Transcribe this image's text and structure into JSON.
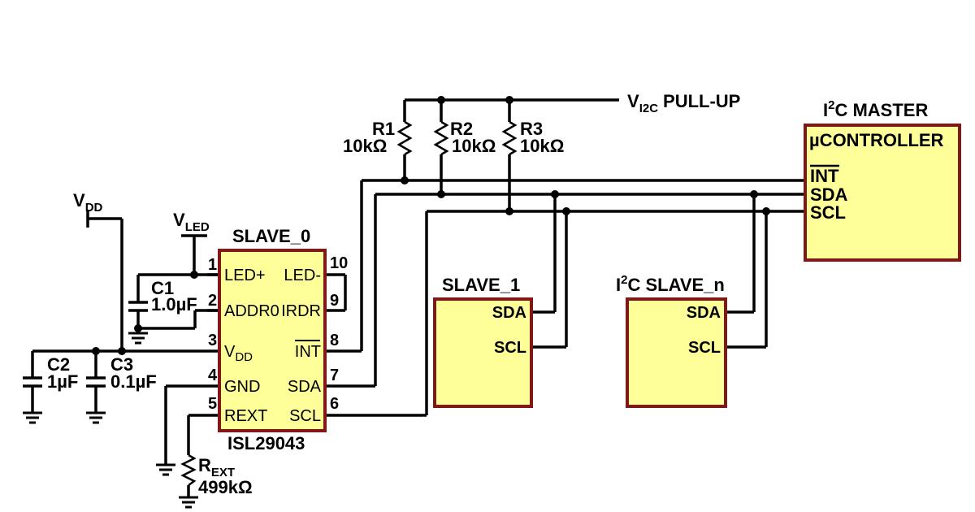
{
  "power": {
    "vdd_main": "V",
    "vdd_sub": "DD",
    "vled_main": "V",
    "vled_sub": "LED",
    "vi2c_main": "V",
    "vi2c_sub": "I2C",
    "vi2c_suffix": "PULL-UP"
  },
  "master": {
    "title_prefix": "I",
    "title_sup": "2",
    "title_suffix": "C MASTER",
    "name": "µCONTROLLER",
    "pins": {
      "int": "INT",
      "sda": "SDA",
      "scl": "SCL"
    }
  },
  "slave0": {
    "title": "SLAVE_0",
    "part": "ISL29043",
    "pins": {
      "led_plus": "LED+",
      "addr0": "ADDR0",
      "vdd_main": "V",
      "vdd_sub": "DD",
      "gnd": "GND",
      "rext": "REXT",
      "led_minus": "LED-",
      "irdr": "IRDR",
      "int": "INT",
      "sda": "SDA",
      "scl": "SCL"
    },
    "pin_numbers": [
      "1",
      "2",
      "3",
      "4",
      "5",
      "10",
      "9",
      "8",
      "7",
      "6"
    ]
  },
  "slave1": {
    "title": "SLAVE_1",
    "pins": {
      "sda": "SDA",
      "scl": "SCL"
    }
  },
  "slaven": {
    "title_prefix": "I",
    "title_sup": "2",
    "title_suffix": "C SLAVE_n",
    "pins": {
      "sda": "SDA",
      "scl": "SCL"
    }
  },
  "components": {
    "r1": {
      "name": "R1",
      "value": "10kΩ"
    },
    "r2": {
      "name": "R2",
      "value": "10kΩ"
    },
    "r3": {
      "name": "R3",
      "value": "10kΩ"
    },
    "c1": {
      "name": "C1",
      "value": "1.0µF"
    },
    "c2": {
      "name": "C2",
      "value": "1µF"
    },
    "c3": {
      "name": "C3",
      "value": "0.1µF"
    },
    "rext": {
      "name_main": "R",
      "name_sub": "EXT",
      "value": "499kΩ"
    }
  }
}
